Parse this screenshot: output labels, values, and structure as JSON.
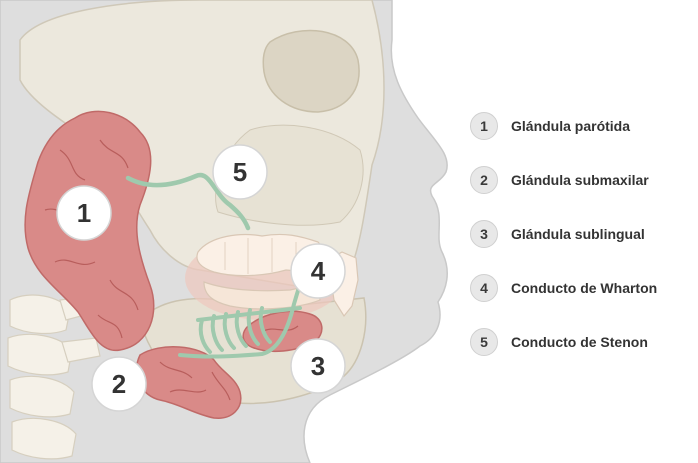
{
  "colors": {
    "skin": "#dcdcdc",
    "skull": "#ece8dd",
    "gland": "#d98a88",
    "gland_dark": "#c46f6d",
    "duct": "#9fc9ad",
    "teeth": "#fbf0e6",
    "marker_fill": "#ffffff",
    "legend_circle": "#e8e8e8",
    "text": "#333333"
  },
  "markers": [
    {
      "id": "1",
      "label": "1"
    },
    {
      "id": "2",
      "label": "2"
    },
    {
      "id": "3",
      "label": "3"
    },
    {
      "id": "4",
      "label": "4"
    },
    {
      "id": "5",
      "label": "5"
    }
  ],
  "legend": [
    {
      "num": "1",
      "label": "Glándula parótida"
    },
    {
      "num": "2",
      "label": "Glándula submaxilar"
    },
    {
      "num": "3",
      "label": "Glándula sublingual"
    },
    {
      "num": "4",
      "label": "Conducto de Wharton"
    },
    {
      "num": "5",
      "label": "Conducto de Stenon"
    }
  ]
}
